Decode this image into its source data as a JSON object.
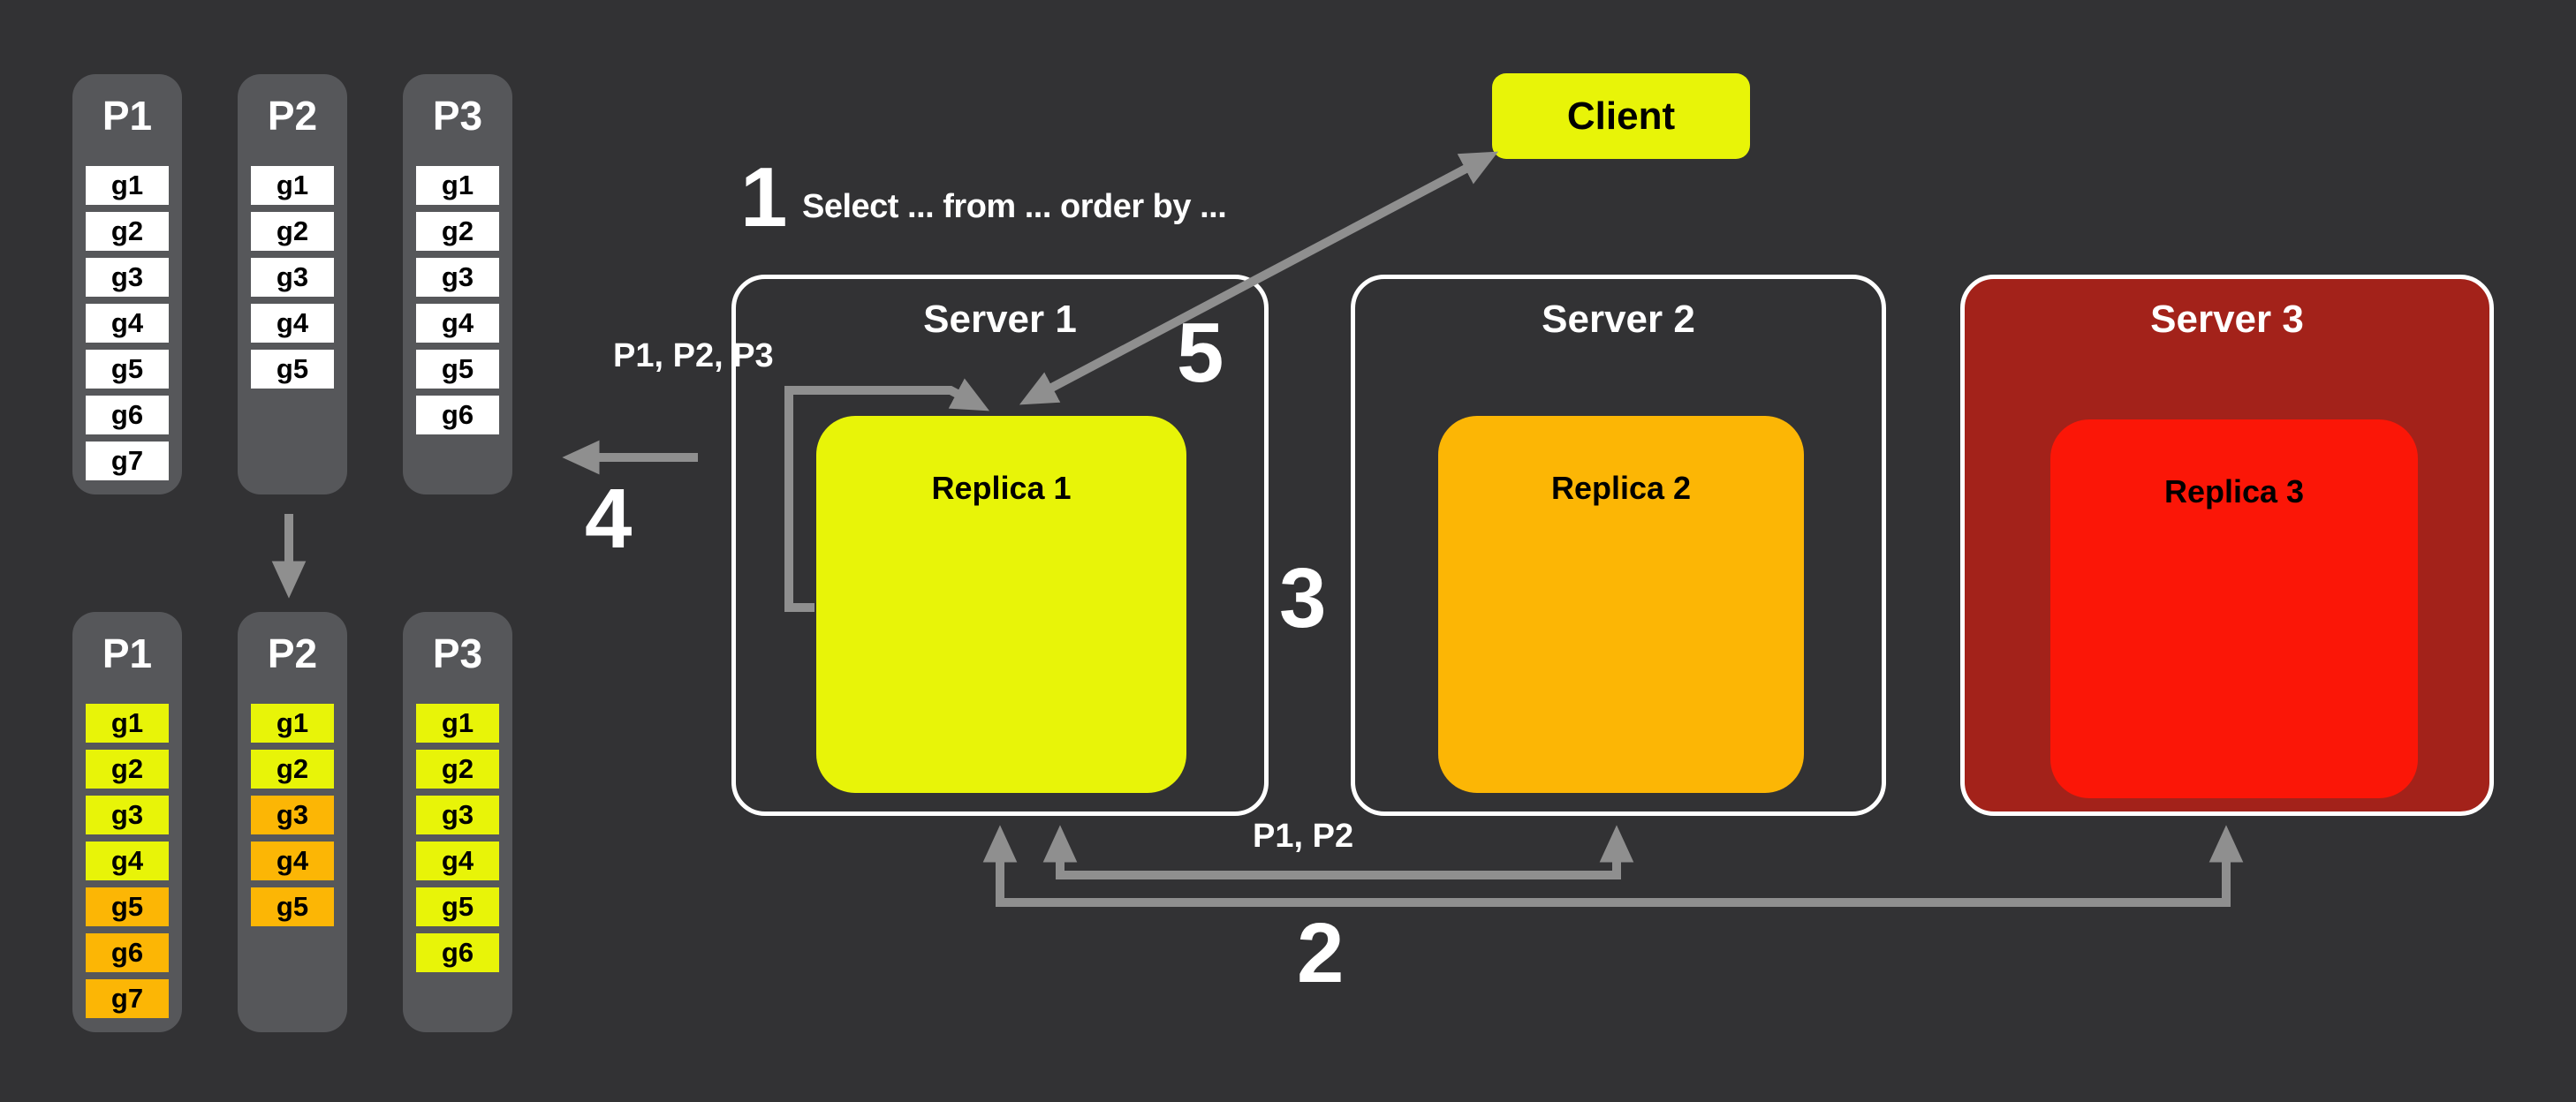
{
  "colors": {
    "background": "#323234",
    "panel": "#56575a",
    "cell_white": "#ffffff",
    "yellow": "#e8f408",
    "amber": "#fcb605",
    "red": "#fb1607",
    "dark_red": "#a3221a",
    "arrow": "#8f8f8f"
  },
  "client": {
    "label": "Client"
  },
  "query": {
    "step_number": "1",
    "text": "Select ... from ... order by ..."
  },
  "steps": {
    "two": "2",
    "three": "3",
    "four": "4",
    "five": "5"
  },
  "annotations": {
    "merge_partitions": "P1, P2, P3",
    "fetch_partitions": "P1, P2"
  },
  "servers": [
    {
      "name": "Server 1",
      "replica": "Replica 1",
      "replica_color": "#e8f408"
    },
    {
      "name": "Server 2",
      "replica": "Replica 2",
      "replica_color": "#fcb605"
    },
    {
      "name": "Server 3",
      "replica": "Replica 3",
      "replica_color": "#fb1607",
      "fill": "#a3221a"
    }
  ],
  "partition_groups": {
    "unsorted": {
      "columns": [
        {
          "title": "P1",
          "cells": [
            {
              "label": "g1",
              "color": "#ffffff"
            },
            {
              "label": "g2",
              "color": "#ffffff"
            },
            {
              "label": "g3",
              "color": "#ffffff"
            },
            {
              "label": "g4",
              "color": "#ffffff"
            },
            {
              "label": "g5",
              "color": "#ffffff"
            },
            {
              "label": "g6",
              "color": "#ffffff"
            },
            {
              "label": "g7",
              "color": "#ffffff"
            }
          ]
        },
        {
          "title": "P2",
          "cells": [
            {
              "label": "g1",
              "color": "#ffffff"
            },
            {
              "label": "g2",
              "color": "#ffffff"
            },
            {
              "label": "g3",
              "color": "#ffffff"
            },
            {
              "label": "g4",
              "color": "#ffffff"
            },
            {
              "label": "g5",
              "color": "#ffffff"
            }
          ]
        },
        {
          "title": "P3",
          "cells": [
            {
              "label": "g1",
              "color": "#ffffff"
            },
            {
              "label": "g2",
              "color": "#ffffff"
            },
            {
              "label": "g3",
              "color": "#ffffff"
            },
            {
              "label": "g4",
              "color": "#ffffff"
            },
            {
              "label": "g5",
              "color": "#ffffff"
            },
            {
              "label": "g6",
              "color": "#ffffff"
            }
          ]
        }
      ]
    },
    "sorted": {
      "columns": [
        {
          "title": "P1",
          "cells": [
            {
              "label": "g1",
              "color": "#e8f408"
            },
            {
              "label": "g2",
              "color": "#e8f408"
            },
            {
              "label": "g3",
              "color": "#e8f408"
            },
            {
              "label": "g4",
              "color": "#e8f408"
            },
            {
              "label": "g5",
              "color": "#fcb605"
            },
            {
              "label": "g6",
              "color": "#fcb605"
            },
            {
              "label": "g7",
              "color": "#fcb605"
            }
          ]
        },
        {
          "title": "P2",
          "cells": [
            {
              "label": "g1",
              "color": "#e8f408"
            },
            {
              "label": "g2",
              "color": "#e8f408"
            },
            {
              "label": "g3",
              "color": "#fcb605"
            },
            {
              "label": "g4",
              "color": "#fcb605"
            },
            {
              "label": "g5",
              "color": "#fcb605"
            }
          ]
        },
        {
          "title": "P3",
          "cells": [
            {
              "label": "g1",
              "color": "#e8f408"
            },
            {
              "label": "g2",
              "color": "#e8f408"
            },
            {
              "label": "g3",
              "color": "#e8f408"
            },
            {
              "label": "g4",
              "color": "#e8f408"
            },
            {
              "label": "g5",
              "color": "#e8f408"
            },
            {
              "label": "g6",
              "color": "#e8f408"
            }
          ]
        }
      ]
    }
  }
}
